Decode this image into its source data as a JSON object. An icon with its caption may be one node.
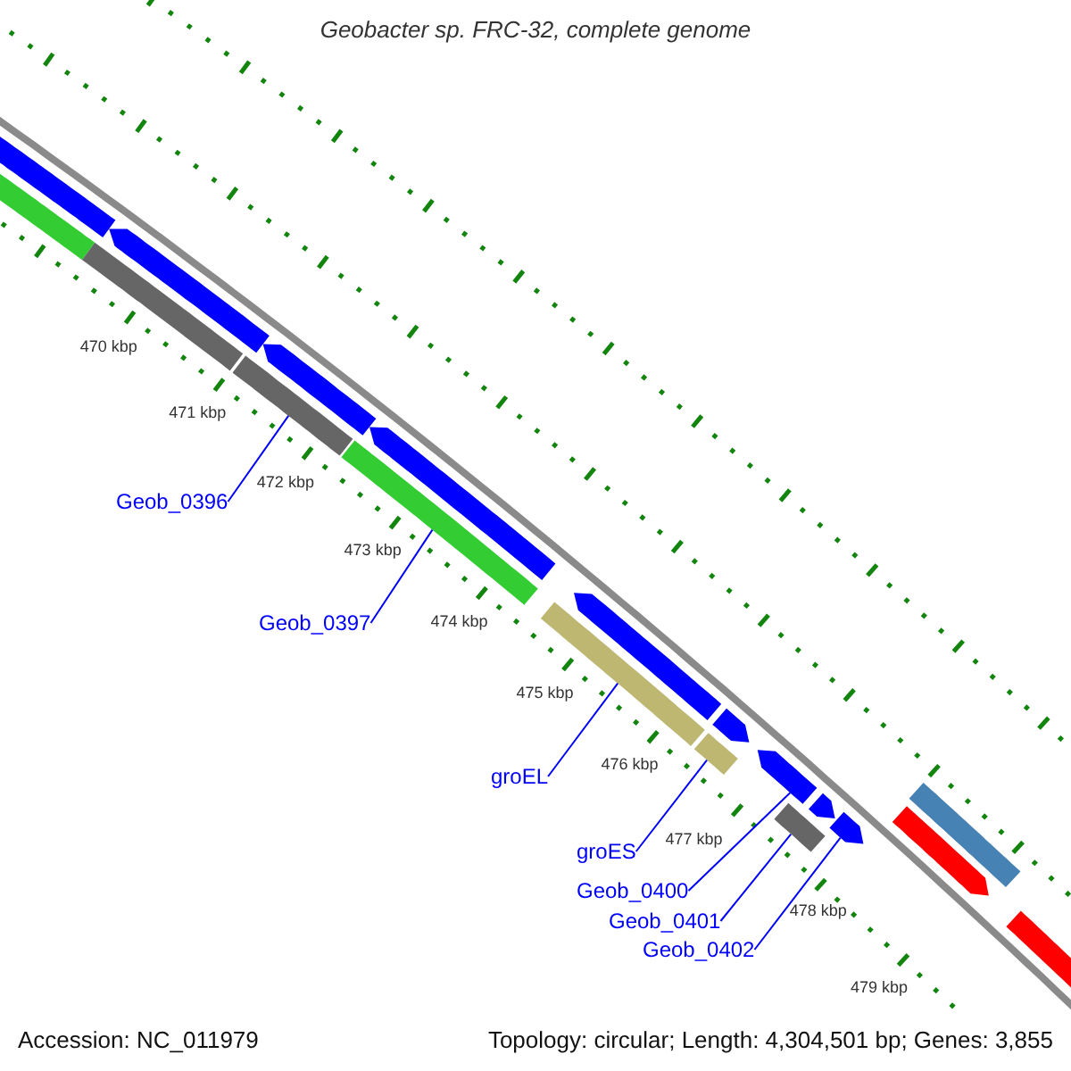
{
  "diagram": {
    "title": "Geobacter sp. FRC-32, complete genome",
    "nodes": [
      {
        "text": [
          "Geob_0396"
        ]
      },
      {
        "text": [
          "Geob_0397"
        ]
      },
      {
        "text": [
          "groEL"
        ]
      },
      {
        "text": [
          "groES"
        ]
      },
      {
        "text": [
          "Geob_0400"
        ]
      },
      {
        "text": [
          "Geob_0401"
        ]
      },
      {
        "text": [
          "Geob_0402"
        ]
      },
      {
        "text": [],
        "shape": "arrow"
      },
      {
        "text": [],
        "shape": "bar"
      },
      {
        "text": [],
        "shape": "bar"
      },
      {
        "text": [],
        "shape": "arrow"
      },
      {
        "text": [],
        "shape": "bar"
      },
      {
        "text": [],
        "shape": "arrow"
      },
      {
        "text": [],
        "shape": "bar"
      },
      {
        "text": [],
        "shape": "arrow"
      },
      {
        "text": [],
        "shape": "bar"
      },
      {
        "text": [],
        "shape": "arrow"
      },
      {
        "text": [],
        "shape": "arrow"
      },
      {
        "text": [],
        "shape": "bar"
      },
      {
        "text": [],
        "shape": "arrow"
      },
      {
        "text": [],
        "shape": "bar"
      },
      {
        "text": [],
        "shape": "arrow"
      },
      {
        "text": [],
        "shape": "arrow"
      },
      {
        "text": [],
        "shape": "bar"
      },
      {
        "text": [],
        "shape": "arrow"
      },
      {
        "text": [],
        "shape": "arrow"
      }
    ],
    "edges": [
      {
        "from": 0,
        "to": 11,
        "arrow": "none"
      },
      {
        "from": 1,
        "to": 13,
        "arrow": "none"
      },
      {
        "from": 2,
        "to": 15,
        "arrow": "none"
      },
      {
        "from": 3,
        "to": 18,
        "arrow": "none"
      },
      {
        "from": 4,
        "to": 19,
        "arrow": "none"
      },
      {
        "from": 5,
        "to": 20,
        "arrow": "none"
      },
      {
        "from": 6,
        "to": 22,
        "arrow": "none"
      }
    ],
    "labels": [
      "470 kbp",
      "471 kbp",
      "472 kbp",
      "473 kbp",
      "474 kbp",
      "475 kbp",
      "476 kbp",
      "477 kbp",
      "478 kbp",
      "479 kbp",
      "Accession: NC_011979",
      "Topology: circular; Length: 4,304,501 bp; Genes: 3,855"
    ]
  }
}
